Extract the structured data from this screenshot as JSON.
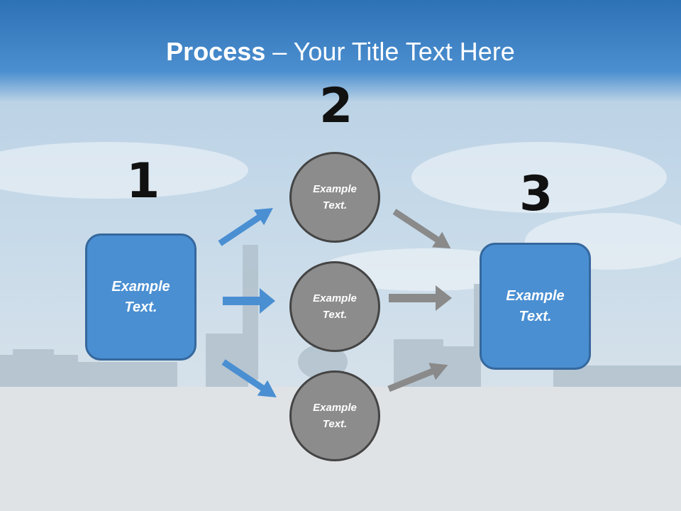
{
  "title": {
    "bold": "Process",
    "rest": " – Your Title Text Here"
  },
  "steps": {
    "s1": {
      "number": "1",
      "text": "Example Text."
    },
    "s2": {
      "number": "2",
      "items": [
        "Example Text.",
        "Example Text.",
        "Example Text."
      ]
    },
    "s3": {
      "number": "3",
      "text": "Example Text."
    }
  },
  "colors": {
    "accent": "#4a8fd2",
    "circle": "#8c8c8c",
    "arrow_blue": "#4a8fd2",
    "arrow_gray": "#8a8a8a",
    "sky": "#4a8fd2"
  }
}
